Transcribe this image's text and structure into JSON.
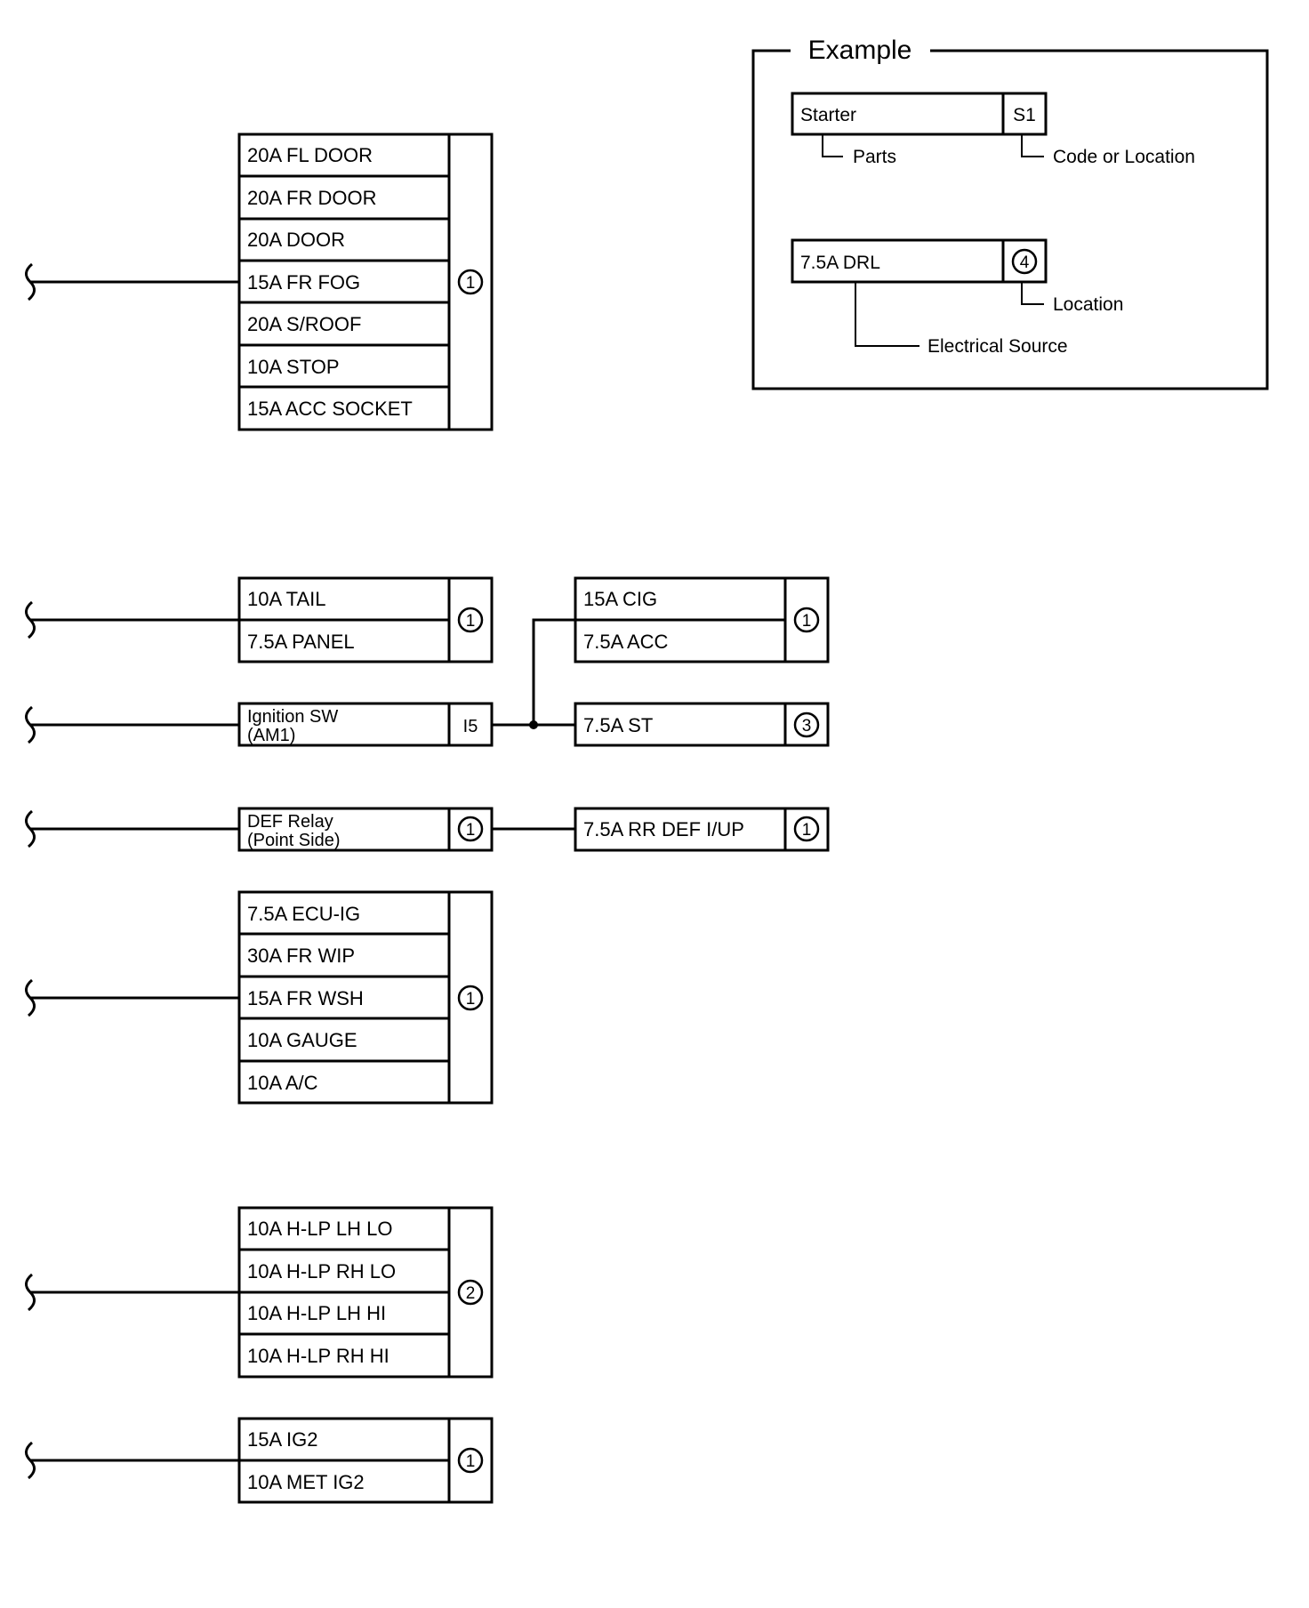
{
  "example": {
    "title": "Example",
    "parts_box": {
      "name": "Starter",
      "code": "S1"
    },
    "parts_label": "Parts",
    "code_label": "Code or Location",
    "source_box": {
      "name": "7.5A DRL",
      "location": "4"
    },
    "location_label": "Location",
    "source_label": "Electrical Source"
  },
  "groups": [
    {
      "rows": [
        "20A FL DOOR",
        "20A FR DOOR",
        "20A DOOR",
        "15A FR FOG",
        "20A S/ROOF",
        "10A STOP",
        "15A ACC SOCKET"
      ],
      "location": "1"
    },
    {
      "rows": [
        "10A TAIL",
        "7.5A PANEL"
      ],
      "location": "1"
    },
    {
      "rows": [
        "Ignition SW",
        "(AM1)"
      ],
      "code": "I5"
    },
    {
      "rows": [
        "DEF Relay",
        "(Point Side)"
      ],
      "location": "1"
    },
    {
      "rows": [
        "7.5A ECU-IG",
        "30A FR WIP",
        "15A FR WSH",
        "10A GAUGE",
        "10A A/C"
      ],
      "location": "1"
    },
    {
      "rows": [
        "10A H-LP LH LO",
        "10A H-LP RH LO",
        "10A H-LP LH HI",
        "10A H-LP RH HI"
      ],
      "location": "2"
    },
    {
      "rows": [
        "15A IG2",
        "10A MET IG2"
      ],
      "location": "1"
    }
  ],
  "right_boxes": [
    {
      "rows": [
        "15A CIG",
        "7.5A ACC"
      ],
      "location": "1"
    },
    {
      "rows": [
        "7.5A ST"
      ],
      "location": "3"
    },
    {
      "rows": [
        "7.5A RR DEF I/UP"
      ],
      "location": "1"
    }
  ]
}
